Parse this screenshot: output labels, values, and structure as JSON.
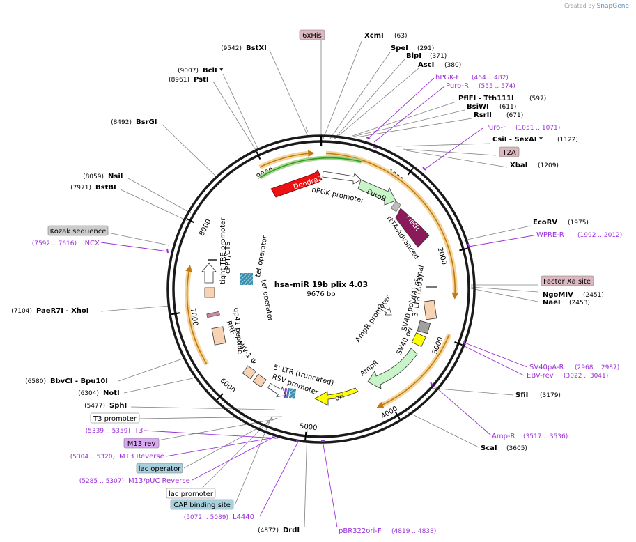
{
  "app": {
    "credit_prefix": "Created by",
    "credit_brand": "SnapGene"
  },
  "plasmid": {
    "name": "hsa-miR 19b plix 4.03",
    "length_label": "9676 bp",
    "length": 9676
  },
  "colors": {
    "primer": "#9b30d9",
    "orf_highlight": "#f5b53f",
    "dendra2": "#ee1111",
    "puror": "#c8f5c8",
    "rtetr": "#8b1a5a",
    "ampr": "#c8f5c8",
    "ori": "#ffff00",
    "green_arc": "#2e9e1e",
    "feature_box": "#f7d3b3",
    "tag_fill": "#dcb9c0",
    "lac_op_fill": "#a8d0dc",
    "grey_box": "#cccccc",
    "m13rev_fill": "#d8a8f0"
  },
  "ticks": [
    {
      "value": 1000,
      "label": "1000"
    },
    {
      "value": 2000,
      "label": "2000"
    },
    {
      "value": 3000,
      "label": "3000"
    },
    {
      "value": 4000,
      "label": "4000"
    },
    {
      "value": 5000,
      "label": "5000"
    },
    {
      "value": 6000,
      "label": "6000"
    },
    {
      "value": 7000,
      "label": "7000"
    },
    {
      "value": 8000,
      "label": "8000"
    },
    {
      "value": 9000,
      "label": "9000"
    }
  ],
  "sites_right": [
    {
      "name": "XcmI",
      "pos": "(63)",
      "bp": 63
    },
    {
      "name": "SpeI",
      "pos": "(291)",
      "bp": 291
    },
    {
      "name": "BlpI",
      "pos": "(371)",
      "bp": 371
    },
    {
      "name": "AscI",
      "pos": "(380)",
      "bp": 380
    },
    {
      "name": "PflFI  - Tth111I",
      "pos": "(597)",
      "bp": 597
    },
    {
      "name": "BsiWI",
      "pos": "(611)",
      "bp": 611
    },
    {
      "name": "RsrII",
      "pos": "(671)",
      "bp": 671
    },
    {
      "name": "CsiI  - SexAI *",
      "pos": "(1122)",
      "bp": 1122
    },
    {
      "name": "XbaI",
      "pos": "(1209)",
      "bp": 1209
    },
    {
      "name": "EcoRV",
      "pos": "(1975)",
      "bp": 1975
    },
    {
      "name": "NgoMIV",
      "pos": "(2451)",
      "bp": 2451
    },
    {
      "name": "NaeI",
      "pos": "(2453)",
      "bp": 2453
    },
    {
      "name": "SfiI",
      "pos": "(3179)",
      "bp": 3179
    },
    {
      "name": "ScaI",
      "pos": "(3605)",
      "bp": 3605
    }
  ],
  "sites_left": [
    {
      "name": "BstXI",
      "pos": "(9542)",
      "bp": 9542
    },
    {
      "name": "BclI *",
      "pos": "(9007)",
      "bp": 9007
    },
    {
      "name": "PstI",
      "pos": "(8961)",
      "bp": 8961
    },
    {
      "name": "BsrGI",
      "pos": "(8492)",
      "bp": 8492
    },
    {
      "name": "NsiI",
      "pos": "(8059)",
      "bp": 8059
    },
    {
      "name": "BstBI",
      "pos": "(7971)",
      "bp": 7971
    },
    {
      "name": "PaeR7I  - XhoI",
      "pos": "(7104)",
      "bp": 7104
    },
    {
      "name": "BbvCI  - Bpu10I",
      "pos": "(6580)",
      "bp": 6580
    },
    {
      "name": "NotI",
      "pos": "(6304)",
      "bp": 6304
    },
    {
      "name": "SphI",
      "pos": "(5477)",
      "bp": 5477
    },
    {
      "name": "DrdI",
      "pos": "(4872)",
      "bp": 4872
    }
  ],
  "primers": [
    {
      "name": "hPGK-F",
      "pos": "(464 .. 482)"
    },
    {
      "name": "Puro-R",
      "pos": "(555 .. 574)"
    },
    {
      "name": "Puro-F",
      "pos": "(1051 .. 1071)"
    },
    {
      "name": "WPRE-R",
      "pos": "(1992 .. 2012)"
    },
    {
      "name": "SV40pA-R",
      "pos": "(2968 .. 2987)"
    },
    {
      "name": "EBV-rev",
      "pos": "(3022 .. 3041)"
    },
    {
      "name": "Amp-R",
      "pos": "(3517 .. 3536)"
    },
    {
      "name": "pBR322ori-F",
      "pos": "(4819 .. 4838)"
    },
    {
      "name": "L4440",
      "pos": "(5072 .. 5089)"
    },
    {
      "name": "M13/pUC Reverse",
      "pos": "(5285 .. 5307)"
    },
    {
      "name": "M13 Reverse",
      "pos": "(5304 .. 5320)"
    },
    {
      "name": "T3",
      "pos": "(5339 .. 5359)"
    },
    {
      "name": "LNCX",
      "pos": "(7592 .. 7616)"
    }
  ],
  "tags": {
    "sixhis": "6xHis",
    "t2a": "T2A",
    "factor_xa": "Factor Xa site",
    "kozak": "Kozak sequence",
    "t3_promoter": "T3 promoter",
    "m13_rev": "M13 rev",
    "lac_operator": "lac operator",
    "lac_promoter": "lac promoter",
    "cap_site": "CAP binding site"
  },
  "features": {
    "dendra2": "Dendra2",
    "hpgk": "hPGK promoter",
    "puror": "PuroR",
    "rtetr": "rTetR",
    "rtta": "rtTA-Advanced",
    "ltr3": "3' LTR (ΔU3)",
    "sv40pa": "SV40 poly(A) signal",
    "sv40ori": "SV40 ori",
    "amppro": "AmpR promoter",
    "ampr": "AmpR",
    "ori": "ori",
    "ltr5": "5' LTR (truncated)",
    "rsv": "RSV promoter",
    "hiv": "HIV-1 Ψ",
    "rre": "RRE",
    "gp41": "gp41 peptide",
    "cppt": "cPPT/CTS",
    "tre": "tight TRE promoter",
    "tetop1": "tet operator",
    "tetop2": "tet operator"
  }
}
